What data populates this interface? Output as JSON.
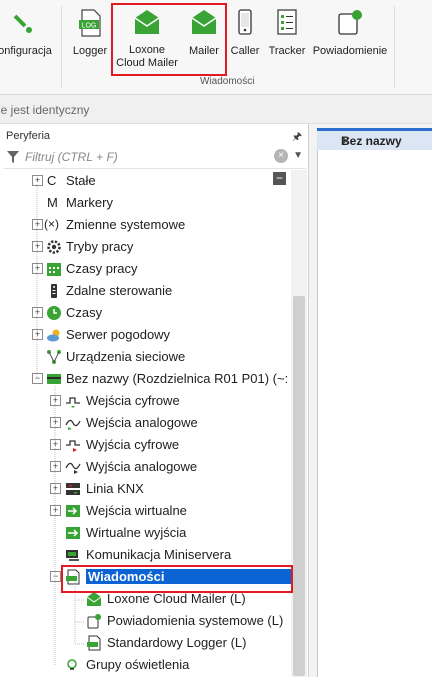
{
  "ribbon": {
    "buttons": {
      "konfiguracja": "onfiguracja",
      "logger": "Logger",
      "loxone_mailer_line1": "Loxone",
      "loxone_mailer_line2": "Cloud Mailer",
      "mailer": "Mailer",
      "caller": "Caller",
      "tracker": "Tracker",
      "powiadomienie": "Powiadomienie"
    },
    "group_label": "Wiadomości",
    "logger_badge": "LOG"
  },
  "infobar": {
    "text": "ie jest identyczny"
  },
  "periphery": {
    "title": "Peryferia",
    "pin": "🖈",
    "filter_placeholder": "Filtruj (CTRL + F)"
  },
  "tree": {
    "items": [
      {
        "label": "Stałe",
        "icon": "constant-icon",
        "glyph": "C"
      },
      {
        "label": "Markery",
        "icon": "marker-icon",
        "glyph": "M"
      },
      {
        "label": "Zmienne systemowe",
        "icon": "variable-icon",
        "glyph": "(×)"
      },
      {
        "label": "Tryby pracy",
        "icon": "gear-icon"
      },
      {
        "label": "Czasy pracy",
        "icon": "calendar-icon"
      },
      {
        "label": "Zdalne sterowanie",
        "icon": "remote-icon"
      },
      {
        "label": "Czasy",
        "icon": "clock-icon"
      },
      {
        "label": "Serwer pogodowy",
        "icon": "weather-icon"
      },
      {
        "label": "Urządzenia sieciowe",
        "icon": "network-icon"
      },
      {
        "label": "Bez nazwy (Rozdzielnica R01 P01) (~:",
        "icon": "miniserver-icon"
      },
      {
        "label": "Wejścia cyfrowe",
        "icon": "digital-input-icon"
      },
      {
        "label": "Wejścia analogowe",
        "icon": "analog-input-icon"
      },
      {
        "label": "Wyjścia cyfrowe",
        "icon": "digital-output-icon"
      },
      {
        "label": "Wyjścia analogowe",
        "icon": "analog-output-icon"
      },
      {
        "label": "Linia KNX",
        "icon": "knx-icon"
      },
      {
        "label": "Wejścia wirtualne",
        "icon": "virtual-input-icon"
      },
      {
        "label": "Wirtualne wyjścia",
        "icon": "virtual-output-icon"
      },
      {
        "label": "Komunikacja Miniservera",
        "icon": "communication-icon"
      },
      {
        "label": "Wiadomości",
        "icon": "messages-icon"
      },
      {
        "label": "Loxone Cloud Mailer (L)",
        "icon": "cloud-mailer-icon"
      },
      {
        "label": "Powiadomienia systemowe (L)",
        "icon": "system-notification-icon"
      },
      {
        "label": "Standardowy Logger (L)",
        "icon": "logger-icon"
      },
      {
        "label": "Grupy oświetlenia",
        "icon": "lighting-group-icon"
      }
    ]
  },
  "editor_tab": {
    "label": "Bez nazwy",
    "close": "✕"
  },
  "colors": {
    "accent": "#0b63d4",
    "highlight_box": "#e01b24",
    "ribbon_green": "#3aa335"
  }
}
